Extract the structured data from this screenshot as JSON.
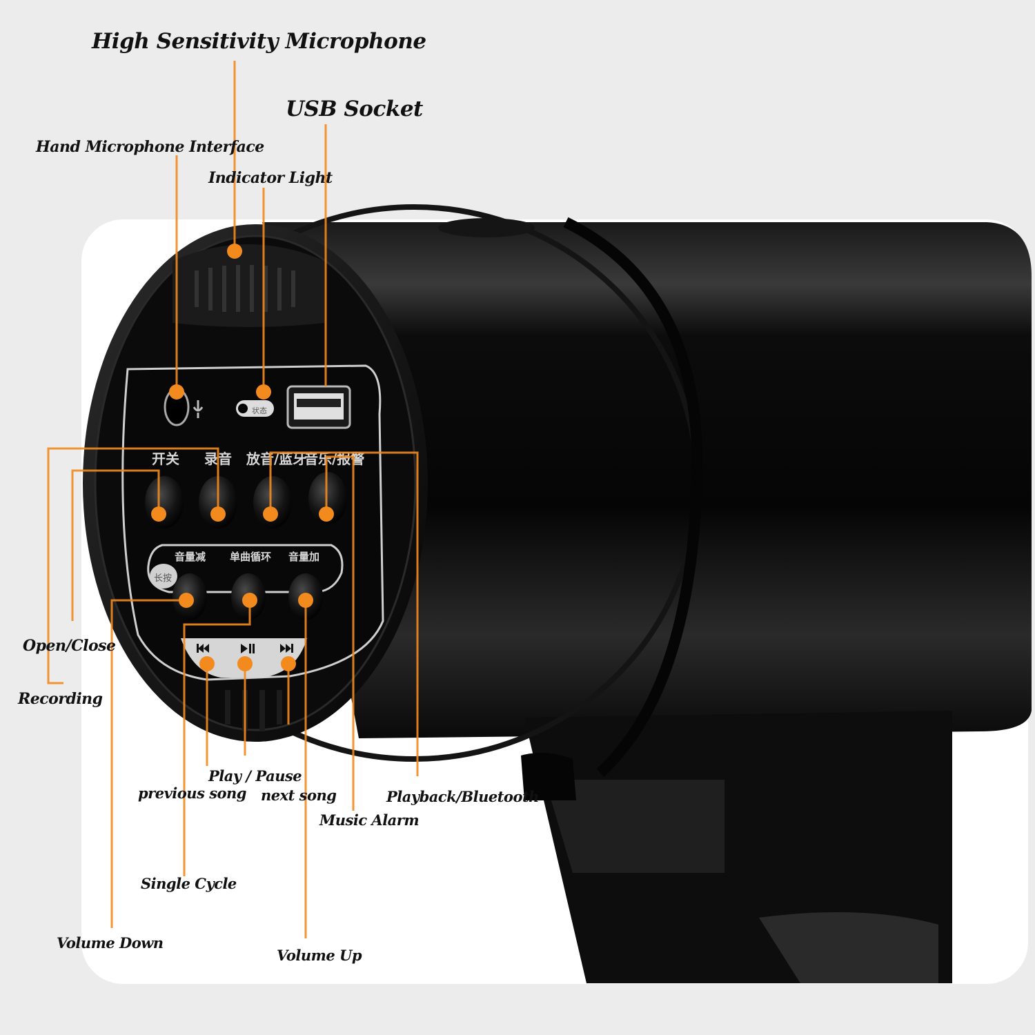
{
  "labels": {
    "high_sensitivity_microphone": "High Sensitivity Microphone",
    "usb_socket": "USB Socket",
    "hand_microphone_interface": "Hand Microphone Interface",
    "indicator_light": "Indicator Light",
    "open_close": "Open/Close",
    "recording": "Recording",
    "play_pause": "Play / Pause",
    "previous_song": "previous song",
    "next_song": "next song",
    "playback_bluetooth": "Playback/Bluetooth",
    "music_alarm": "Music Alarm",
    "single_cycle": "Single Cycle",
    "volume_down": "Volume Down",
    "volume_up": "Volume Up"
  },
  "panel": {
    "top_buttons": [
      "开关",
      "录音",
      "放音/蓝牙",
      "音乐/报警"
    ],
    "bottom_buttons": [
      "音量减",
      "单曲循环",
      "音量加"
    ],
    "long_press": "长按",
    "light_text": "状态"
  },
  "colors": {
    "leader": "#f28a1e",
    "body": "#0a0a0a",
    "background": "#ececec",
    "card": "#ffffff"
  }
}
